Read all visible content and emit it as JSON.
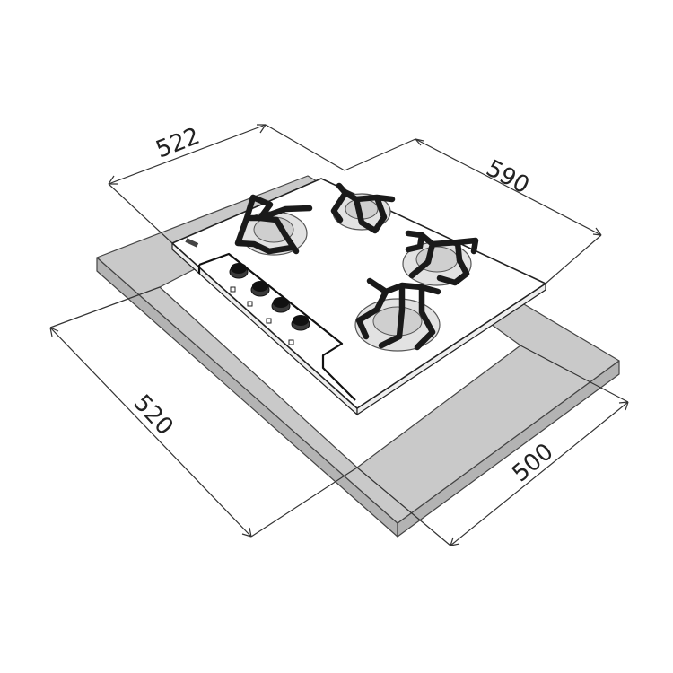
{
  "dimensions": {
    "hob_depth": "522",
    "hob_width": "590",
    "cutout_depth": "520",
    "cutout_width": "500"
  },
  "colors": {
    "countertop": "#c9c9c9",
    "hob_glass": "#ffffff",
    "grates": "#1a1a1a",
    "lines": "#333333"
  },
  "burners": 4,
  "knobs": 4
}
